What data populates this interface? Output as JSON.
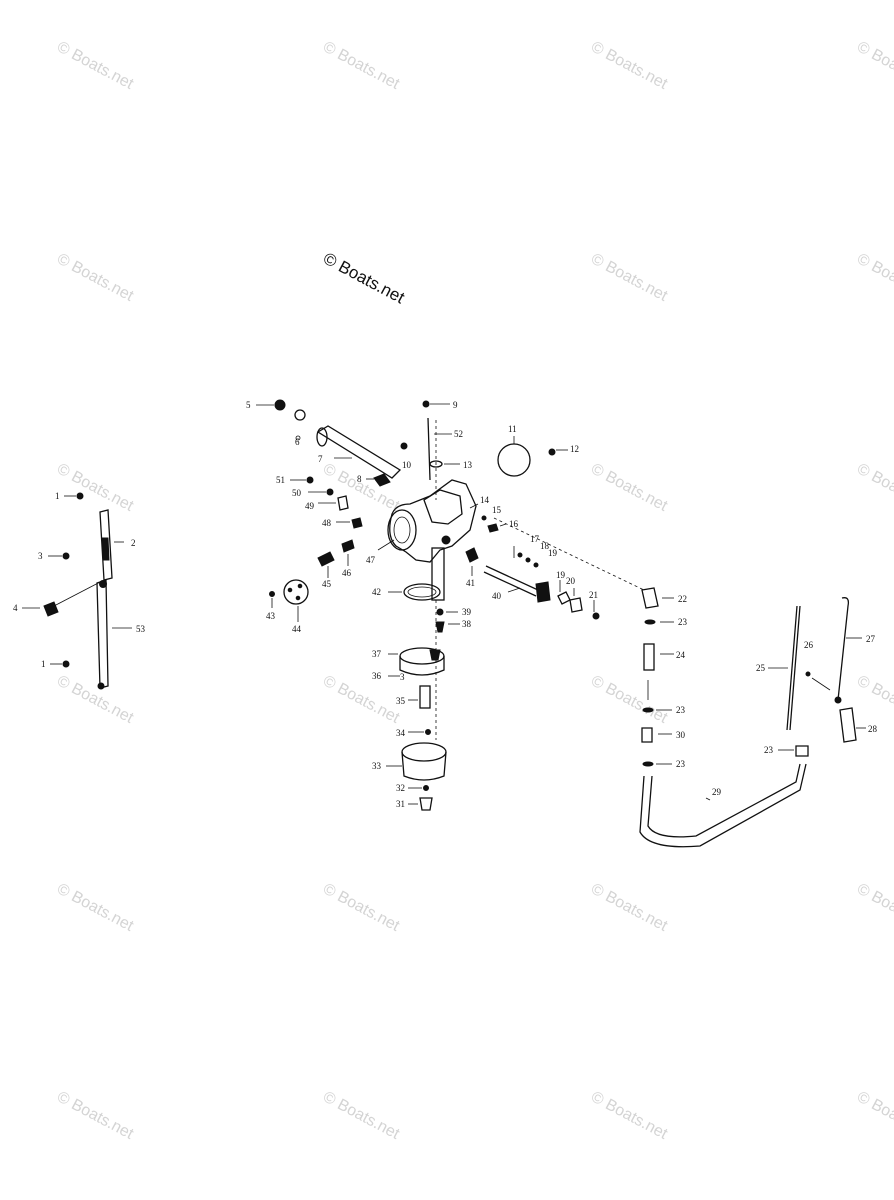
{
  "watermark": {
    "text": "© Boats.net"
  },
  "center_watermark": {
    "text": "© Boats.net"
  },
  "callouts": {
    "c1a": "1",
    "c2": "2",
    "c3": "3",
    "c4": "4",
    "c1b": "1",
    "c53": "53",
    "c5": "5",
    "c6": "6",
    "c7": "7",
    "c8": "8",
    "c9": "9",
    "c10": "10",
    "c11": "11",
    "c12": "12",
    "c13": "13",
    "c14": "14",
    "c15": "15",
    "c16": "16",
    "c17": "17",
    "c18": "18",
    "c19a": "19",
    "c19b": "19",
    "c20": "20",
    "c21": "21",
    "c22": "22",
    "c23a": "23",
    "c24": "24",
    "c23b": "23",
    "c30": "30",
    "c23c": "23",
    "c23d": "23",
    "c25": "25",
    "c26": "26",
    "c27": "27",
    "c28": "28",
    "c29": "29",
    "c31": "31",
    "c32": "32",
    "c33": "33",
    "c34": "34",
    "c35": "35",
    "c36": "36",
    "c37": "37",
    "c38": "38",
    "c39": "39",
    "c40": "40",
    "c41": "41",
    "c42": "42",
    "c43": "43",
    "c44": "44",
    "c45": "45",
    "c46": "46",
    "c47": "47",
    "c48": "48",
    "c49": "49",
    "c50": "50",
    "c51": "51",
    "c52": "52",
    "c3b": "3"
  }
}
